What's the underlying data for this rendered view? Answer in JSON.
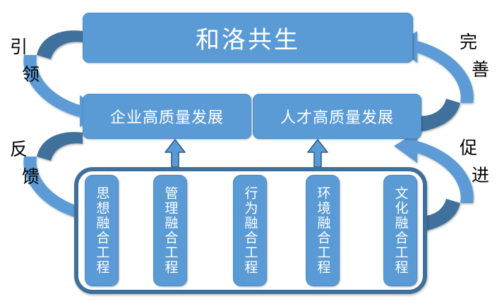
{
  "diagram": {
    "title_box": {
      "label": "和洛共生"
    },
    "mid_boxes": [
      {
        "label": "企业高质量发展"
      },
      {
        "label": "人才高质量发展"
      }
    ],
    "engineering_projects": [
      {
        "label": "思想融合工程"
      },
      {
        "label": "管理融合工程"
      },
      {
        "label": "行为融合工程"
      },
      {
        "label": "环境融合工程"
      },
      {
        "label": "文化融合工程"
      }
    ],
    "side_labels": {
      "left_top": {
        "char1": "引",
        "char2": "领"
      },
      "left_bottom": {
        "char1": "反",
        "char2": "馈"
      },
      "right_top": {
        "char1": "完",
        "char2": "善"
      },
      "right_bottom": {
        "char1": "促",
        "char2": "进"
      }
    },
    "colors": {
      "box_fill": "#5b9bd5",
      "box_text": "#ffffff",
      "arrow_light": "#5b9bd5",
      "arrow_dark": "#41719c",
      "container_stroke": "#3f7099",
      "label_text": "#000000",
      "background": "#ffffff"
    }
  }
}
